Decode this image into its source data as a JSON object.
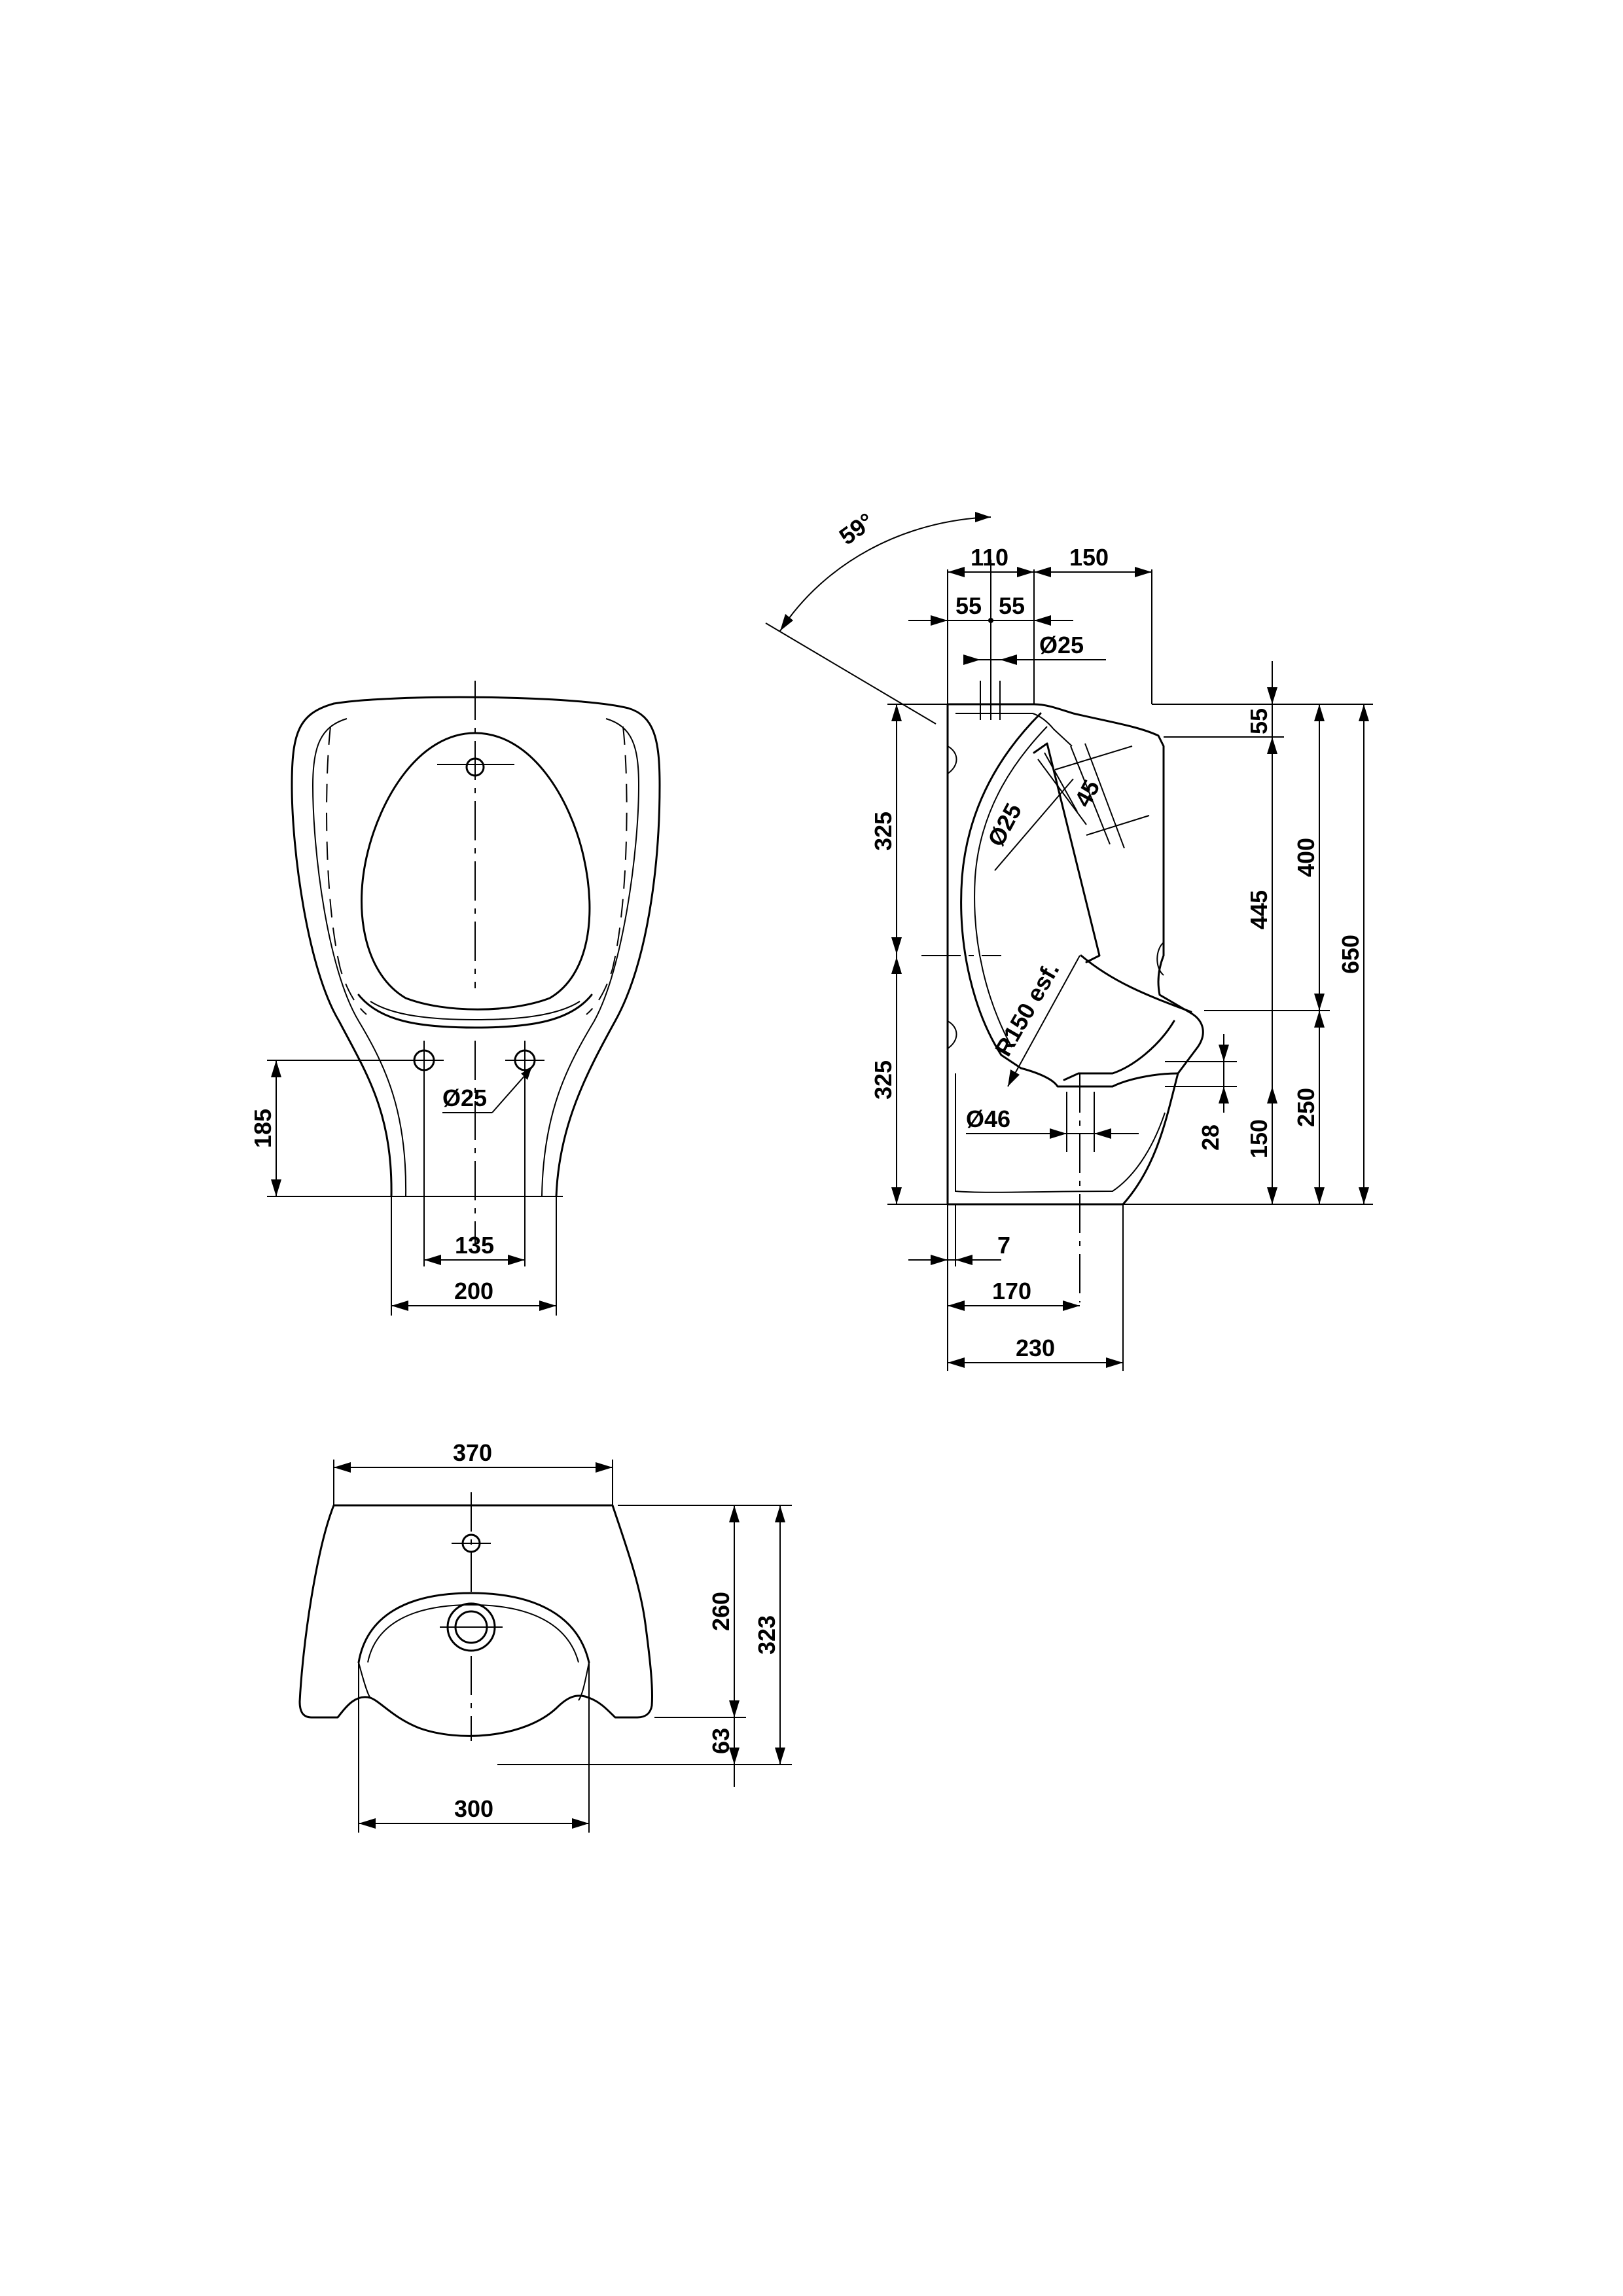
{
  "front_view": {
    "dim_185": "185",
    "dim_135": "135",
    "dim_200": "200",
    "dim_hole": "Ø25"
  },
  "side_view": {
    "angle": "59°",
    "dim_110": "110",
    "dim_150_top": "150",
    "dim_55_left": "55",
    "dim_55_right": "55",
    "dim_25_top": "Ø25",
    "dim_55_side": "55",
    "dim_400": "400",
    "dim_650": "650",
    "dim_445": "445",
    "dim_325_top": "325",
    "dim_325_bottom": "325",
    "dim_45": "45",
    "dim_25_diag": "Ø25",
    "dim_radius": "R150 esf.",
    "dim_46": "Ø46",
    "dim_28": "28",
    "dim_150_bottom": "150",
    "dim_250": "250",
    "dim_7": "7",
    "dim_170": "170",
    "dim_230": "230"
  },
  "top_view": {
    "dim_370": "370",
    "dim_260": "260",
    "dim_323": "323",
    "dim_63": "63",
    "dim_300": "300"
  }
}
